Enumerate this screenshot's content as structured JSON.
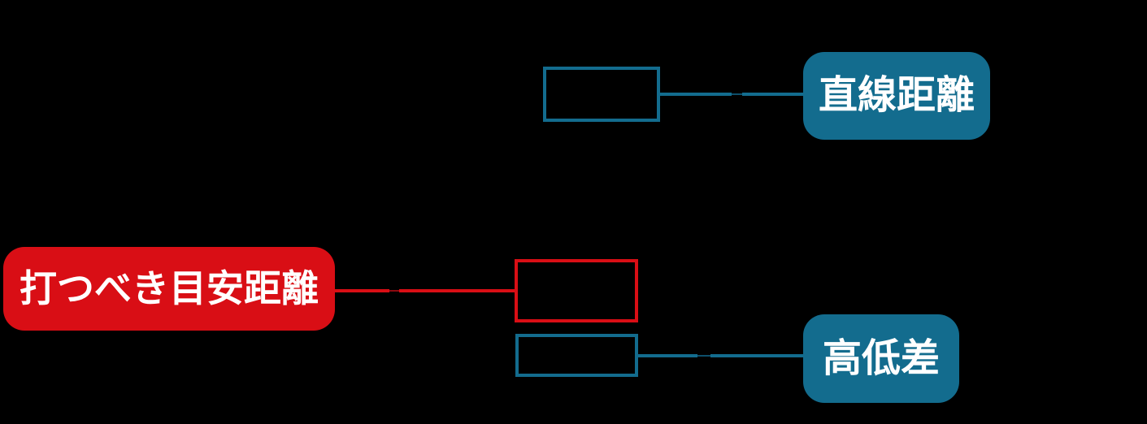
{
  "diagram": {
    "background": "#000000",
    "colors": {
      "teal": "#136C8E",
      "red": "#D90E15",
      "label_text": "#FFFFFF"
    },
    "labels": {
      "target_distance": "打つべき目安距離",
      "straight_distance": "直線距離",
      "elevation": "高低差"
    },
    "value_boxes": {
      "straight_distance_value": "",
      "target_distance_value": "",
      "elevation_value": ""
    }
  }
}
